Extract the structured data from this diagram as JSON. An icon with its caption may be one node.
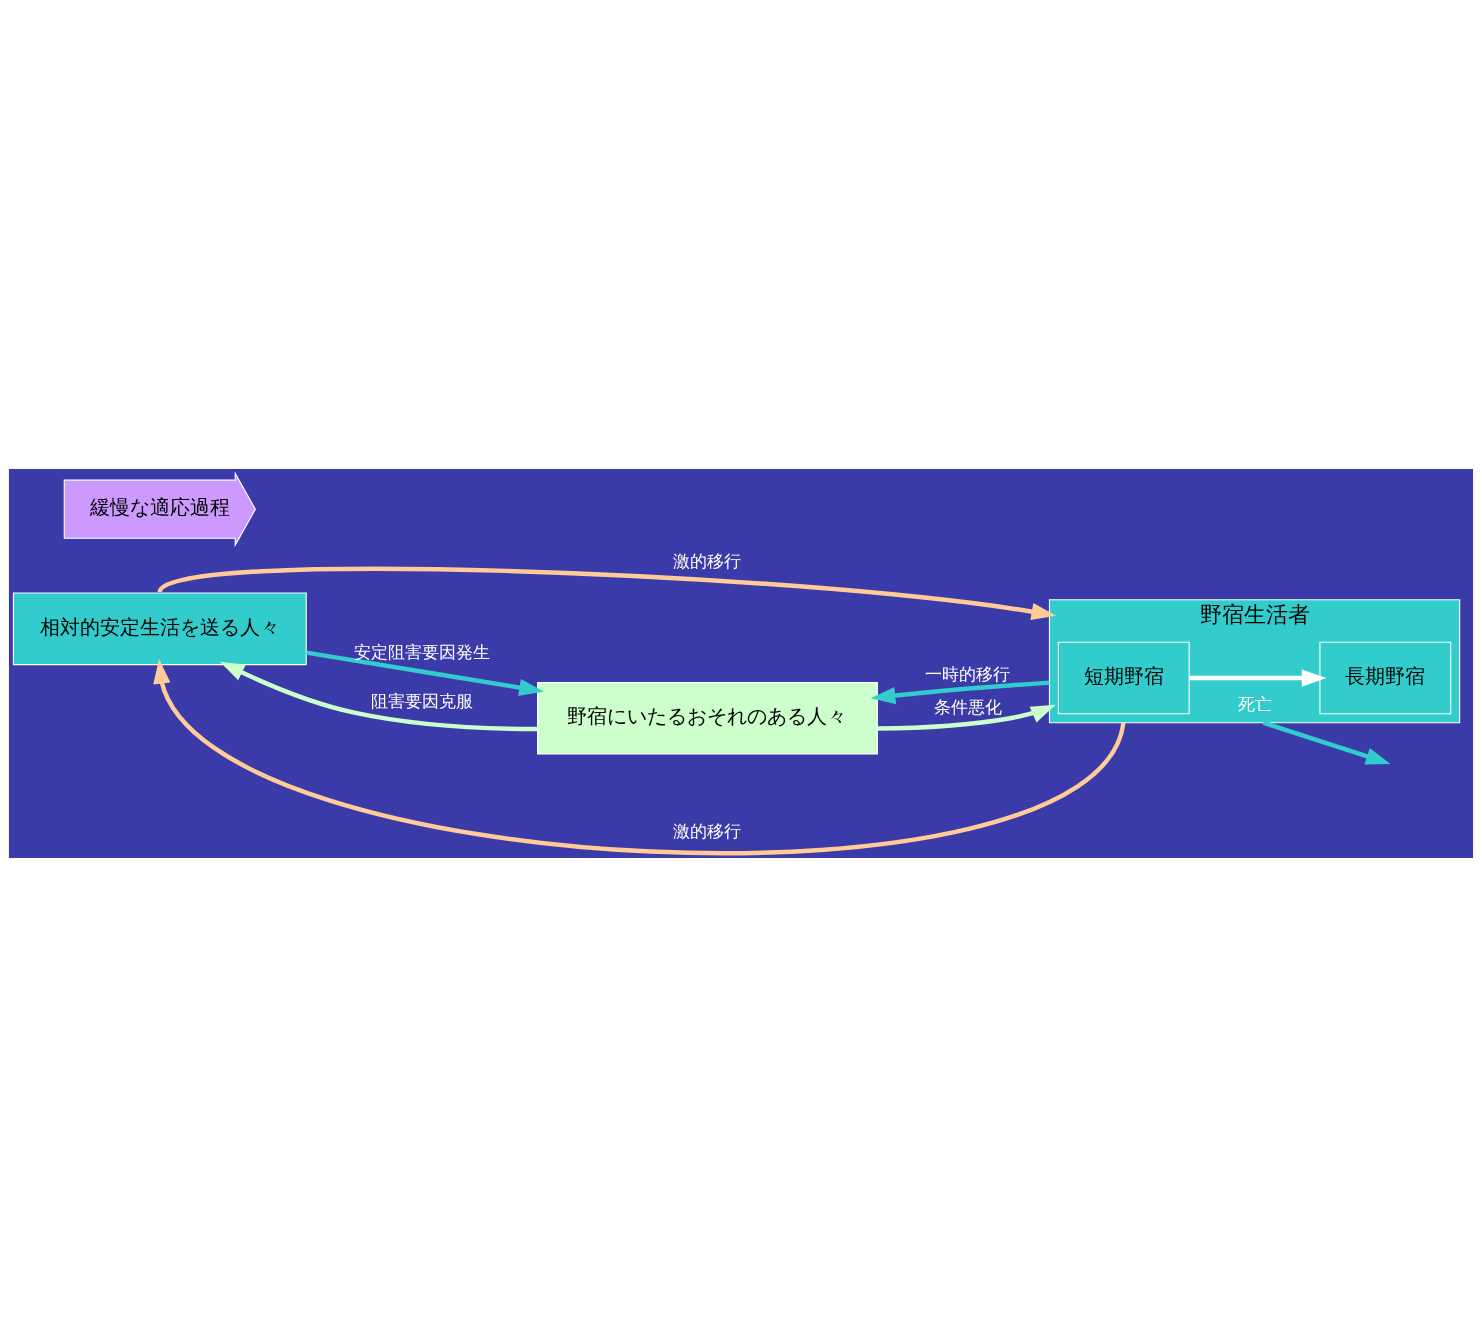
{
  "diagram": {
    "nodes": [
      {
        "text": [
          "相対的安定生活を送る人々"
        ]
      },
      {
        "text": [
          "野宿にいたるおそれのある人々"
        ]
      },
      {
        "text": [
          "野宿生活者"
        ]
      },
      {
        "text": [
          "短期野宿"
        ],
        "in": 2
      },
      {
        "text": [
          "長期野宿"
        ],
        "in": 2
      },
      {
        "text": [
          "緩慢な適応過程"
        ]
      }
    ],
    "edges": [
      {
        "from": 0,
        "to": 2,
        "arrow": "to",
        "label": "激的移行",
        "color": "#ffcc99"
      },
      {
        "from": 0,
        "to": 1,
        "arrow": "to",
        "label": "安定阻害要因発生"
      },
      {
        "from": 1,
        "to": 0,
        "arrow": "to",
        "label": "阻害要因克服",
        "color": "#ccffcc"
      },
      {
        "from": 1,
        "to": 2,
        "arrow": "to",
        "label": "条件悪化",
        "color": "#ccffcc"
      },
      {
        "from": 2,
        "to": 1,
        "arrow": "to",
        "label": "一時的移行"
      },
      {
        "from": 3,
        "to": 4,
        "arrow": "to",
        "color": "#ffffff"
      },
      {
        "from": 2,
        "to": null,
        "arrow": "to",
        "label": "死亡"
      },
      {
        "from": 2,
        "to": 0,
        "arrow": "to",
        "label": "激的移行",
        "color": "#ffcc99"
      }
    ]
  }
}
